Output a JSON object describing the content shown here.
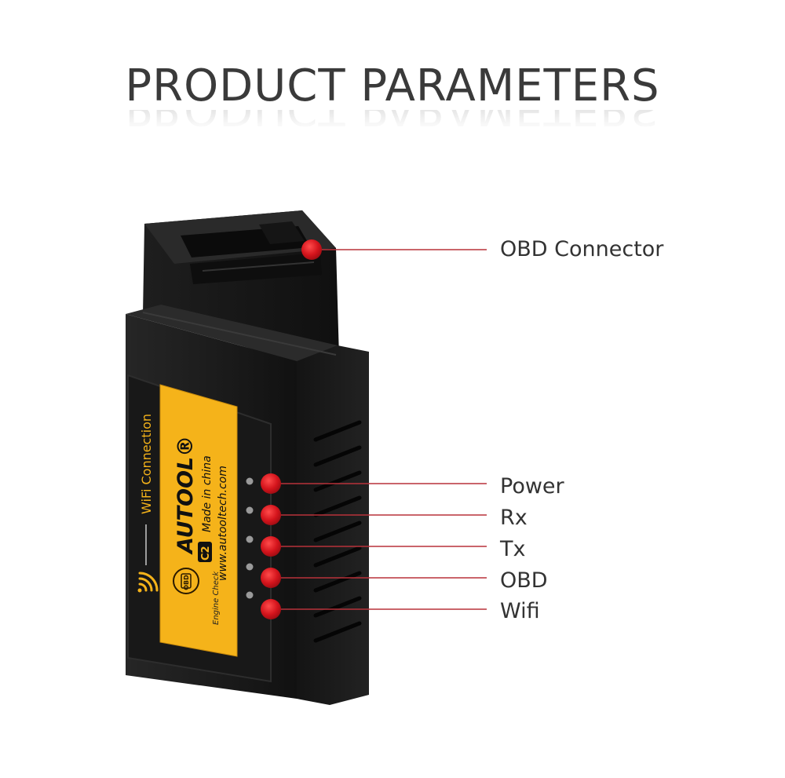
{
  "title": "PRODUCT PARAMETERS",
  "callouts": {
    "obd_connector": "OBD Connector",
    "power": "Power",
    "rx": "Rx",
    "tx": "Tx",
    "obd": "OBD",
    "wifi": "Wifi"
  },
  "device_label": {
    "brand": "AUTOOL®",
    "model": "C2",
    "made_in": "Made in china",
    "website": "www.autooltech.com",
    "engine_check": "Engine Check",
    "engine_icon_text": "OBD",
    "wifi_connection": "WiFi Connection"
  },
  "colors": {
    "label_yellow": "#f5b31a",
    "device_black": "#1b1b1b",
    "callout_red": "#d4141c",
    "callout_line": "#b8323a",
    "text_gray": "#333333"
  }
}
